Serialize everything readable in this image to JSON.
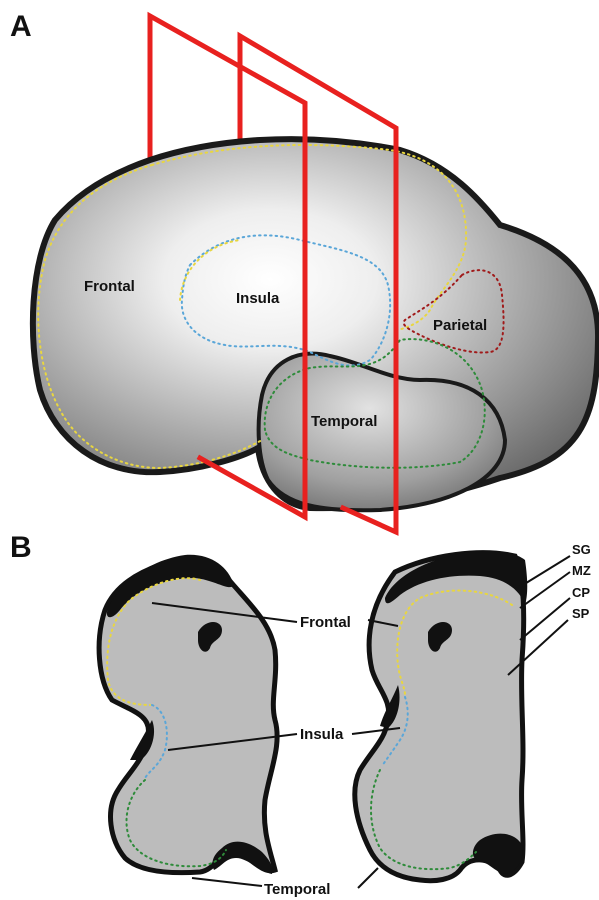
{
  "panel_a": {
    "letter": "A",
    "labels": {
      "frontal": "Frontal",
      "insula": "Insula",
      "parietal": "Parietal",
      "temporal": "Temporal"
    },
    "outline_colors": {
      "frontal": "#e8d640",
      "insula": "#5aa6d8",
      "parietal": "#a01a1a",
      "temporal": "#2e8b3a",
      "section_planes": "#e8211f"
    }
  },
  "panel_b": {
    "letter": "B",
    "labels": {
      "frontal": "Frontal",
      "insula": "Insula",
      "temporal": "Temporal"
    },
    "layers": [
      "SG",
      "MZ",
      "CP",
      "SP"
    ]
  }
}
